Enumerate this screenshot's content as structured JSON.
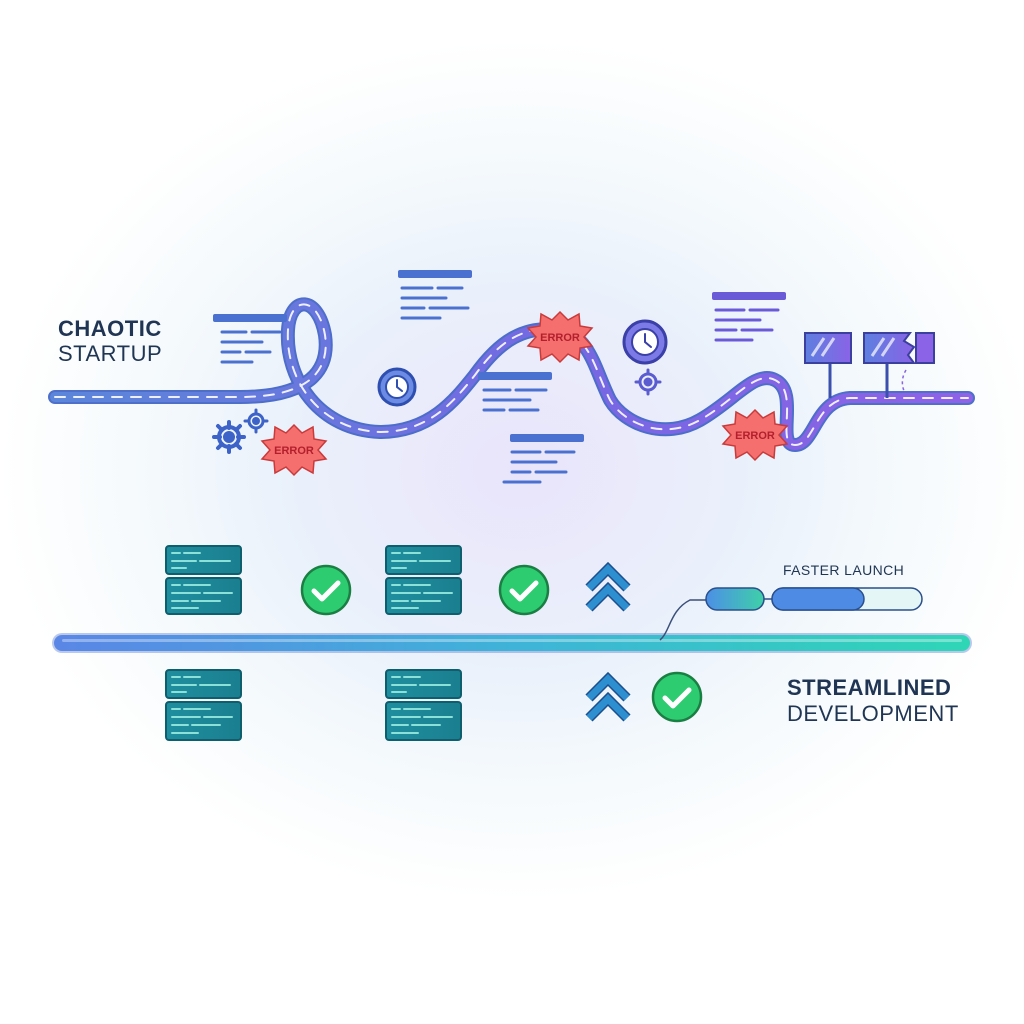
{
  "labels": {
    "chaotic_strong": "CHAOTIC",
    "chaotic_light": "STARTUP",
    "streamlined_strong": "STREAMLINED",
    "streamlined_light": "DEVELOPMENT",
    "faster_launch": "FASTER LAUNCH"
  },
  "errors": [
    "ERROR",
    "ERROR",
    "ERROR"
  ],
  "colors": {
    "text": "#1f3553",
    "chaos_path_start": "#5b86d9",
    "chaos_path_end": "#8a5fe0",
    "stream_path_start": "#5a86e6",
    "stream_path_end": "#2fd0b8",
    "error_fill": "#f26d6d",
    "check_green": "#2ecc71",
    "server_teal": "#1a8c9c"
  },
  "icons": [
    "gear-icon",
    "clock-gear-icon",
    "error-burst-icon",
    "code-snippet-icon",
    "server-stack-icon",
    "check-circle-icon",
    "double-chevron-up-icon",
    "flag-icon",
    "progress-pill-icon"
  ]
}
